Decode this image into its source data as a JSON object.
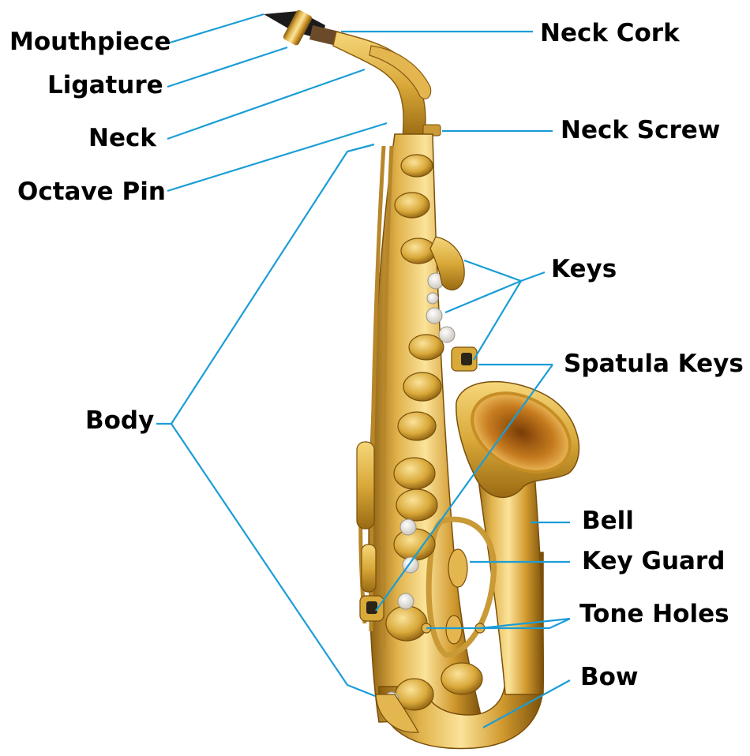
{
  "colors": {
    "leader_line": "#1b9dd6",
    "brass_light": "#f6d77a",
    "brass_mid": "#d9a93a",
    "brass_dark": "#9a6a12",
    "pearl": "#e9e7e2",
    "mouthpiece": "#1b1b1b",
    "background": "#ffffff"
  },
  "labels": {
    "mouthpiece": "Mouthpiece",
    "ligature": "Ligature",
    "neck": "Neck",
    "octave_pin": "Octave Pin",
    "body": "Body",
    "neck_cork": "Neck Cork",
    "neck_screw": "Neck Screw",
    "keys": "Keys",
    "spatula_keys": "Spatula Keys",
    "bell": "Bell",
    "key_guard": "Key Guard",
    "tone_holes": "Tone Holes",
    "bow": "Bow"
  },
  "icons": {
    "instrument": "saxophone-illustration"
  }
}
